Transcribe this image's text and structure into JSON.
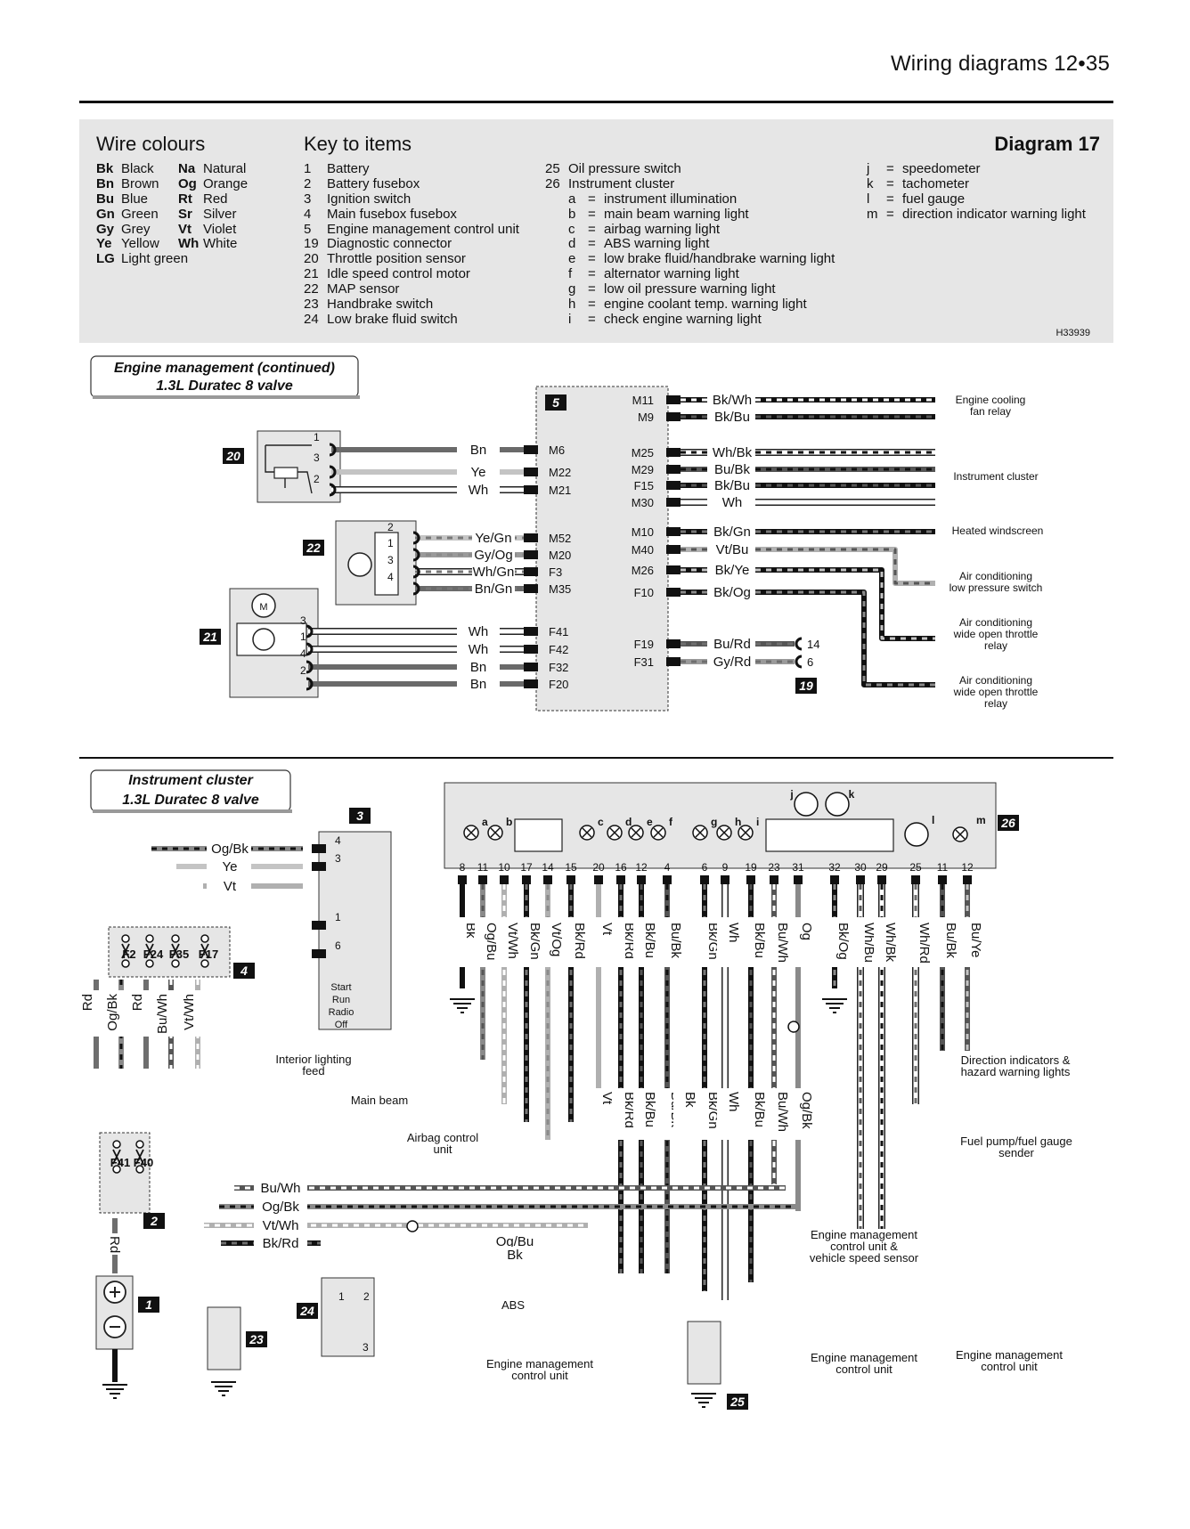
{
  "header": {
    "title": "Wiring diagrams 12•35"
  },
  "key_box": {
    "wire_colours_title": "Wire colours",
    "key_title": "Key to items",
    "diagram_label": "Diagram 17",
    "ref_code": "H33939",
    "wire_colours_col1": [
      {
        "code": "Bk",
        "name": "Black"
      },
      {
        "code": "Bn",
        "name": "Brown"
      },
      {
        "code": "Bu",
        "name": "Blue"
      },
      {
        "code": "Gn",
        "name": "Green"
      },
      {
        "code": "Gy",
        "name": "Grey"
      },
      {
        "code": "Ye",
        "name": "Yellow"
      },
      {
        "code": "LG",
        "name": "Light green"
      }
    ],
    "wire_colours_col2": [
      {
        "code": "Na",
        "name": "Natural"
      },
      {
        "code": "Og",
        "name": "Orange"
      },
      {
        "code": "Rt",
        "name": "Red"
      },
      {
        "code": "Sr",
        "name": "Silver"
      },
      {
        "code": "Vt",
        "name": "Violet"
      },
      {
        "code": "Wh",
        "name": "White"
      }
    ],
    "items_col1": [
      {
        "num": "1",
        "label": "Battery"
      },
      {
        "num": "2",
        "label": "Battery fusebox"
      },
      {
        "num": "3",
        "label": "Ignition switch"
      },
      {
        "num": "4",
        "label": "Main fusebox fusebox"
      },
      {
        "num": "5",
        "label": "Engine management control unit"
      },
      {
        "num": "19",
        "label": "Diagnostic connector"
      },
      {
        "num": "20",
        "label": "Throttle position sensor"
      },
      {
        "num": "21",
        "label": "Idle speed control motor"
      },
      {
        "num": "22",
        "label": "MAP sensor"
      },
      {
        "num": "23",
        "label": "Handbrake switch"
      },
      {
        "num": "24",
        "label": "Low brake fluid switch"
      }
    ],
    "items_col2_top": [
      {
        "num": "25",
        "label": "Oil pressure switch"
      },
      {
        "num": "26",
        "label": "Instrument cluster"
      }
    ],
    "items_col2_sub": [
      {
        "letter": "a",
        "label": "instrument illumination"
      },
      {
        "letter": "b",
        "label": "main beam warning light"
      },
      {
        "letter": "c",
        "label": "airbag warning light"
      },
      {
        "letter": "d",
        "label": "ABS warning light"
      },
      {
        "letter": "e",
        "label": "low brake fluid/handbrake warning light"
      },
      {
        "letter": "f",
        "label": "alternator warning light"
      },
      {
        "letter": "g",
        "label": "low oil pressure warning light"
      },
      {
        "letter": "h",
        "label": "engine coolant temp. warning light"
      },
      {
        "letter": "i",
        "label": "check engine warning light"
      }
    ],
    "items_col3": [
      {
        "letter": "j",
        "label": "speedometer"
      },
      {
        "letter": "k",
        "label": "tachometer"
      },
      {
        "letter": "l",
        "label": "fuel gauge"
      },
      {
        "letter": "m",
        "label": "direction indicator warning light"
      }
    ]
  },
  "diagram": {
    "section1": {
      "title_line1": "Engine management (continued)",
      "title_line2": "1.3L Duratec 8 valve",
      "ecu_id": "5",
      "ecu_left_pins": [
        "M6",
        "M22",
        "M21",
        "M52",
        "M20",
        "F3",
        "M35",
        "F41",
        "F42",
        "F32",
        "F20"
      ],
      "wires_20": [
        "Bn",
        "Ye",
        "Wh"
      ],
      "wires_22": [
        "Ye/Gn",
        "Gy/Og",
        "Wh/Gn",
        "Bn/Gn"
      ],
      "wires_21": [
        "Wh",
        "Wh",
        "Bn",
        "Bn"
      ],
      "ecu_right_pins": [
        "M11",
        "M9",
        "M25",
        "M29",
        "F15",
        "M30",
        "M10",
        "M40",
        "M26",
        "F10",
        "F19",
        "F31"
      ],
      "right_wires": [
        "Bk/Wh",
        "Bk/Bu",
        "Wh/Bk",
        "Bu/Bk",
        "Bk/Bu",
        "Wh",
        "Bk/Gn",
        "Vt/Bu",
        "Bk/Ye",
        "Bk/Og",
        "Bu/Rd",
        "Gy/Rd"
      ],
      "dest_cooling": "Engine cooling\nfan relay",
      "dest_cluster": "Instrument cluster",
      "dest_windscreen": "Heated windscreen",
      "dest_ac_low": "Air conditioning\nlow pressure switch",
      "dest_ac_wot1": "Air conditioning\nwide open throttle\nrelay",
      "dest_ac_wot2": "Air conditioning\nwide open throttle\nrelay",
      "diag_pins": [
        "14",
        "6"
      ],
      "component_ids": [
        "20",
        "22",
        "21",
        "19"
      ],
      "pin_nums_20": [
        "1",
        "3",
        "2"
      ],
      "pin_nums_22": [
        "2",
        "1",
        "3",
        "4"
      ],
      "pin_nums_21": [
        "3",
        "1",
        "4",
        "2"
      ],
      "motor_label": "M"
    },
    "section2": {
      "title_line1": "Instrument cluster",
      "title_line2": "1.3L Duratec 8 valve",
      "component_ids": [
        "3",
        "4",
        "2",
        "1",
        "23",
        "24",
        "25",
        "26"
      ],
      "cluster_pins": [
        "8",
        "11",
        "10",
        "17",
        "14",
        "15",
        "20",
        "16",
        "12",
        "4",
        "6",
        "9",
        "19",
        "23",
        "31",
        "32",
        "30",
        "29",
        "25",
        "11",
        "12"
      ],
      "cluster_lamps": [
        "a",
        "b",
        "c",
        "d",
        "e",
        "f",
        "g",
        "h",
        "i",
        "j",
        "k",
        "l",
        "m"
      ],
      "cluster_wires": [
        "Bk",
        "Og/Bu",
        "Vt/Wh",
        "Bk/Gn",
        "Vt/Og",
        "Bk/Rd",
        "Vt",
        "Bk/Rd",
        "Bk/Bu",
        "Bu/Bk",
        "Bk/Gn",
        "Wh",
        "Bk/Bu",
        "Bu/Wh",
        "Og",
        "Bk/Og",
        "Wh/Bu",
        "Wh/Bk",
        "Wh/Rd",
        "Bu/Bk",
        "Bu/Ye"
      ],
      "lower_wires": [
        "Bk/Rd",
        "Bk/Bu",
        "Bu/Bk",
        "Bk",
        "Bk/Gn",
        "Wh",
        "Bk/Bu",
        "Bu/Wh",
        "Og/Bk",
        "Vt"
      ],
      "fuse_labels": [
        "F2",
        "F24",
        "F35",
        "F17"
      ],
      "fuse_labels_2": [
        "F41",
        "F40"
      ],
      "fuse_wires": [
        "Rd",
        "Og/Bk",
        "Rd",
        "Bu/Wh",
        "Vt/Wh"
      ],
      "ign_wires": [
        "Og/Bk",
        "Ye",
        "Vt"
      ],
      "ign_pins": [
        "4",
        "3",
        "1",
        "6"
      ],
      "ign_positions": [
        "Start",
        "Run",
        "Radio",
        "Off"
      ],
      "bus_wires": [
        "Bu/Wh",
        "Og/Bk",
        "Vt/Wh",
        "Bk/Rd",
        "Og/Bu",
        "Bk"
      ],
      "battery_wire": "Rd",
      "switch24_pins": [
        "1",
        "2",
        "3"
      ],
      "dest_interior": "Interior lighting\nfeed",
      "dest_main_beam": "Main beam",
      "dest_airbag": "Airbag control\nunit",
      "dest_abs": "ABS",
      "dest_ecu_bottom": "Engine management\ncontrol unit",
      "dest_direction": "Direction indicators &\nhazard warning lights",
      "dest_fuel": "Fuel pump/fuel gauge\nsender",
      "dest_ecu_vss": "Engine management\ncontrol unit &\nvehicle speed sensor",
      "dest_ecu_mid": "Engine management\ncontrol unit",
      "dest_ecu_right": "Engine management\ncontrol unit"
    }
  }
}
